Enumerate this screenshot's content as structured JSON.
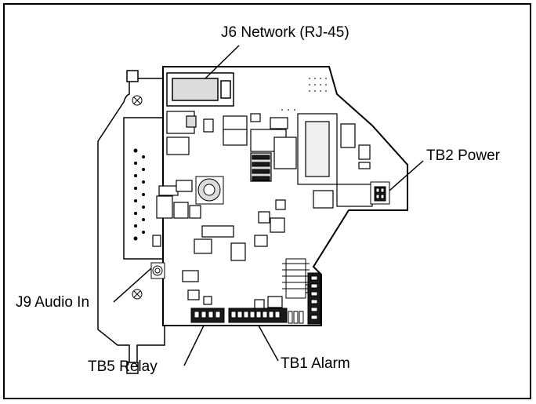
{
  "callouts": {
    "j6_network": "J6 Network (RJ-45)",
    "tb2_power": "TB2 Power",
    "j9_audio_in": "J9 Audio In",
    "tb5_relay": "TB5 Relay",
    "tb1_alarm": "TB1 Alarm"
  },
  "colors": {
    "outline": "#000000",
    "board_fill": "#ffffff",
    "component_fill": "#dcdcdc",
    "dark_fill": "#1a1a1a"
  }
}
